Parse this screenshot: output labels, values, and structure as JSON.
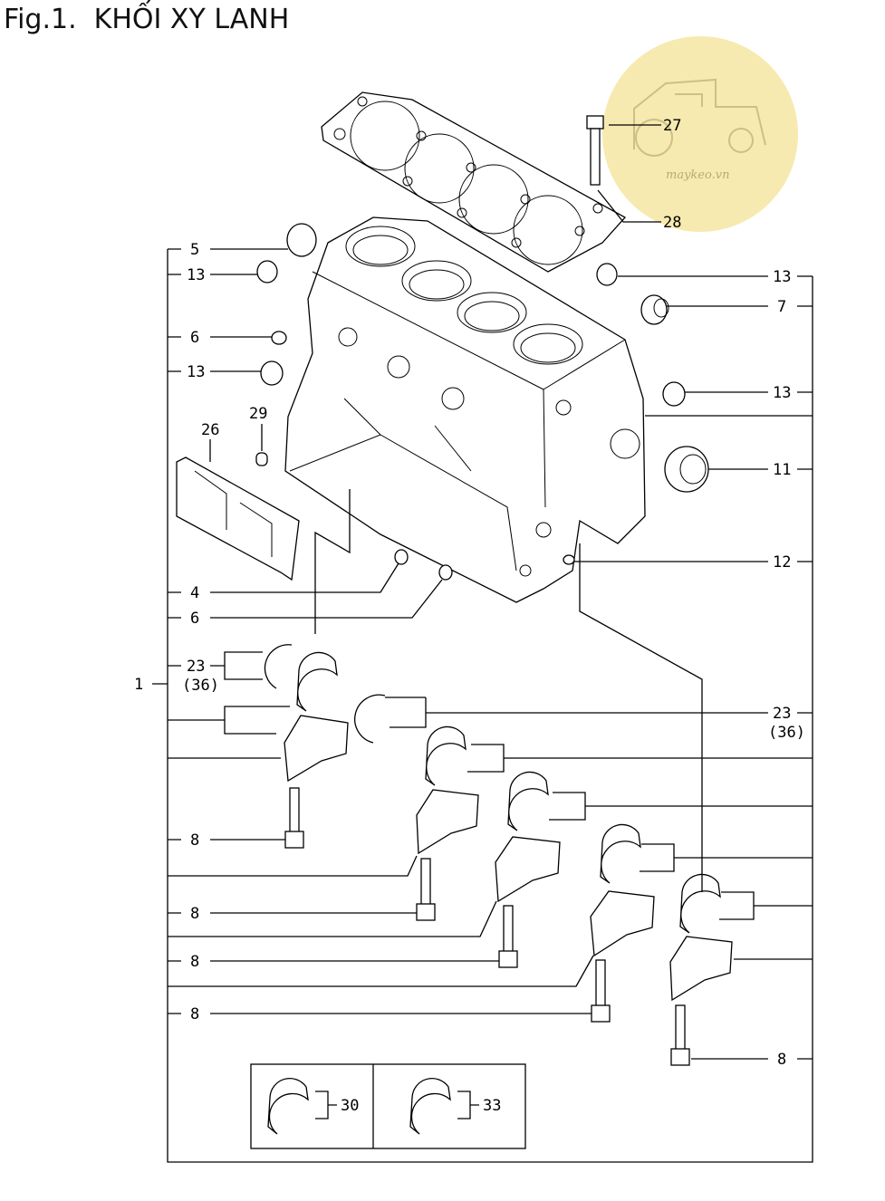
{
  "title": "Fig.1.  KHỐI XY LANH",
  "watermark": {
    "text": "maykeo.vn",
    "color": "#f6eab0"
  },
  "callouts": {
    "c1": "1",
    "c4": "4",
    "c5": "5",
    "c6a": "6",
    "c6b": "6",
    "c7": "7",
    "c8a": "8",
    "c8b": "8",
    "c8c": "8",
    "c8d": "8",
    "c8e": "8",
    "c11": "11",
    "c12": "12",
    "c13a": "13",
    "c13b": "13",
    "c13c": "13",
    "c13d": "13",
    "c23a": "23",
    "c36a": "(36)",
    "c23b": "23",
    "c36b": "(36)",
    "c26": "26",
    "c27": "27",
    "c28": "28",
    "c29": "29",
    "c30": "30",
    "c33": "33"
  }
}
